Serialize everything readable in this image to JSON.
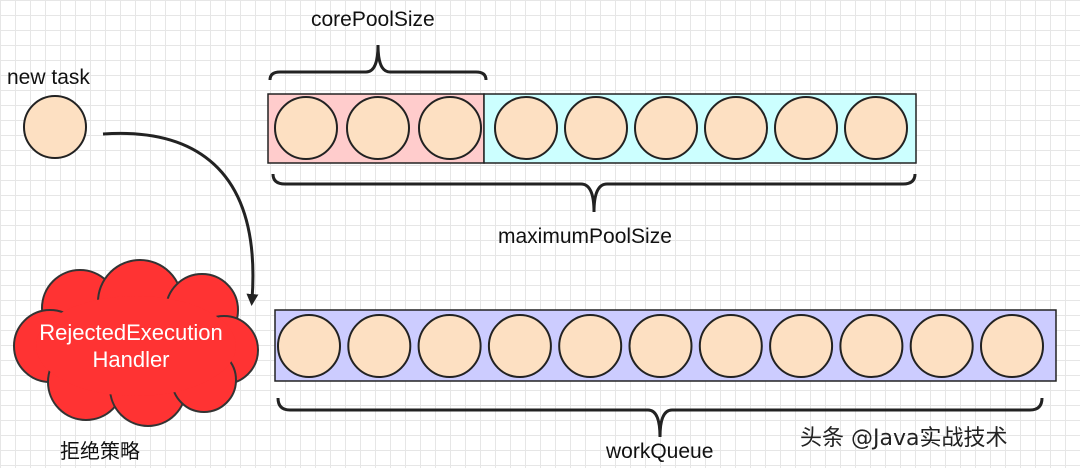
{
  "labels": {
    "new_task": "new task",
    "core_pool_size": "corePoolSize",
    "maximum_pool_size": "maximumPoolSize",
    "work_queue": "workQueue",
    "rejected_line1": "RejectedExecution",
    "rejected_line2": "Handler",
    "reject_policy": "拒绝策略",
    "watermark": "头条 @Java实战技术"
  },
  "pool": {
    "core_threads": 3,
    "non_core_threads": 6,
    "queue_slots": 11
  },
  "colors": {
    "task": "#fde0c2",
    "core_area": "#ffcccc",
    "non_core_area": "#ccffff",
    "queue_area": "#ccccff",
    "handler_cloud": "#ff3333",
    "stroke": "#222222"
  }
}
